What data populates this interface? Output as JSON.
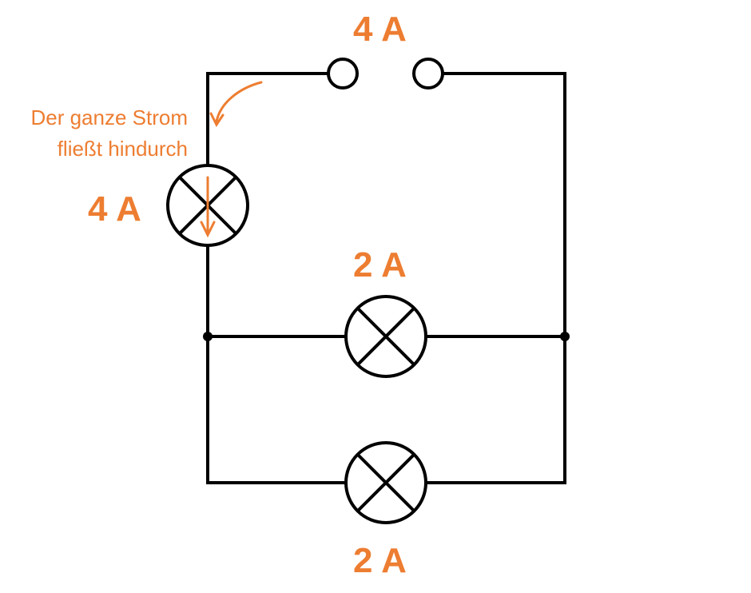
{
  "colors": {
    "accent": "#ED7D31",
    "wire": "#000000"
  },
  "labels": {
    "switch_current": "4 A",
    "lamp1_current": "4 A",
    "lamp2_current": "2 A",
    "lamp3_current": "2 A"
  },
  "annotation": {
    "line1": "Der ganze Strom",
    "line2": "fließt hindurch"
  }
}
